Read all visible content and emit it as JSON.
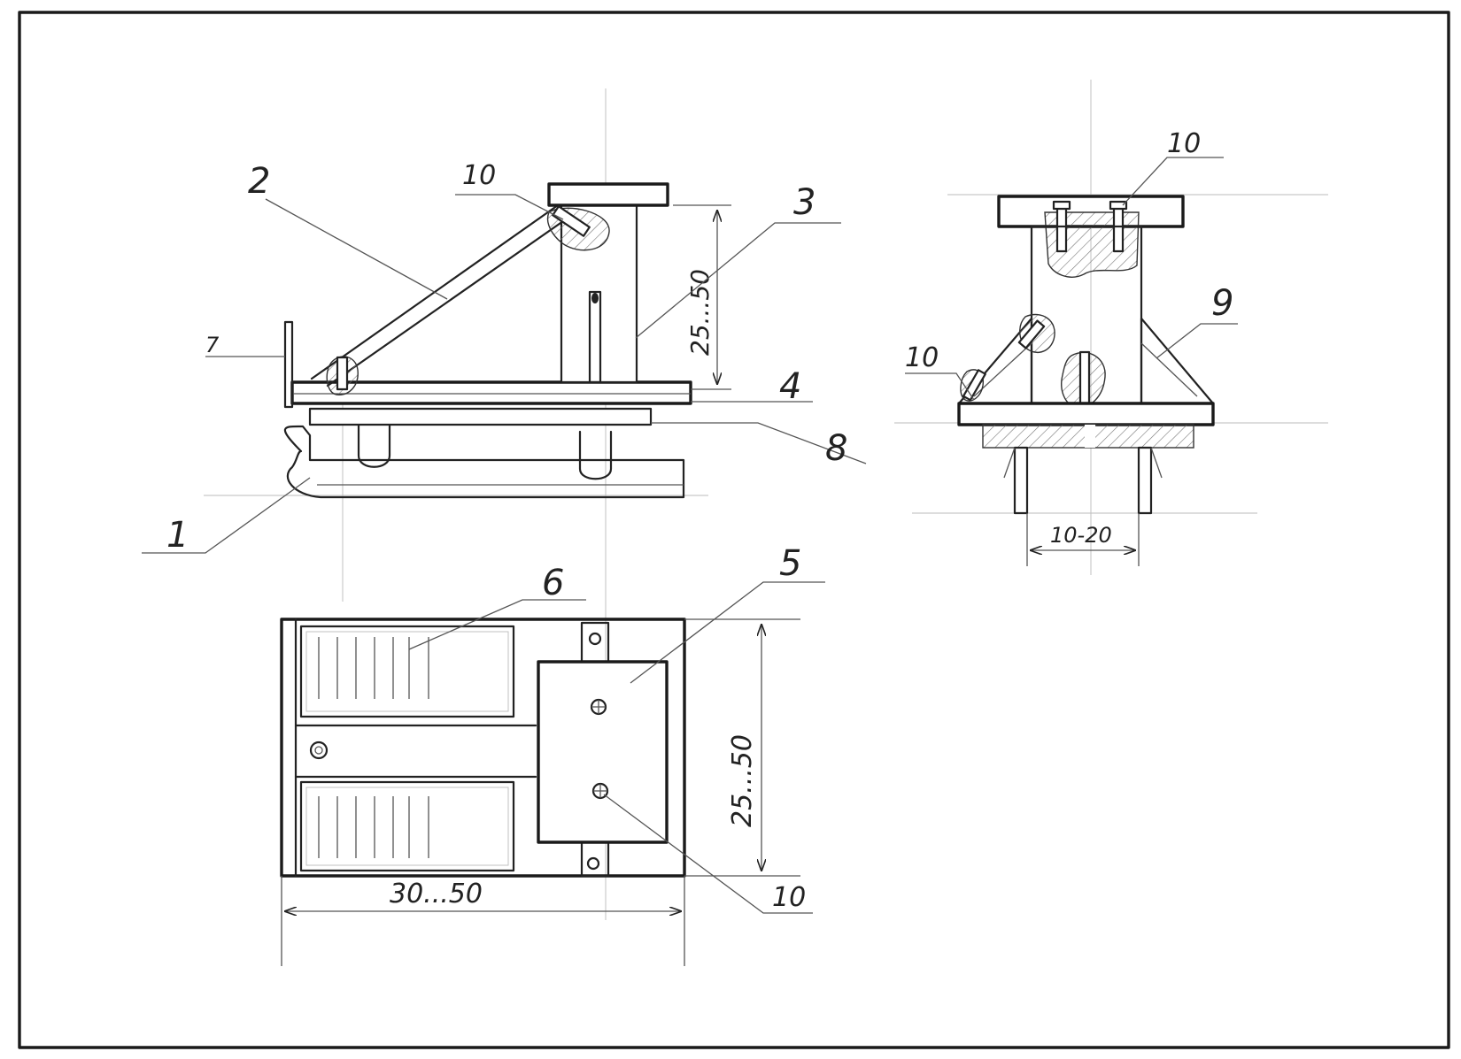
{
  "callouts": {
    "n1": "1",
    "n2": "2",
    "n3": "3",
    "n4": "4",
    "n5": "5",
    "n6": "6",
    "n7": "7",
    "n8": "8",
    "n9": "9",
    "n10": "10"
  },
  "dimensions": {
    "side_height": "25...50",
    "front_width": "10-20",
    "plan_width": "30...50",
    "plan_height": "25...50"
  }
}
